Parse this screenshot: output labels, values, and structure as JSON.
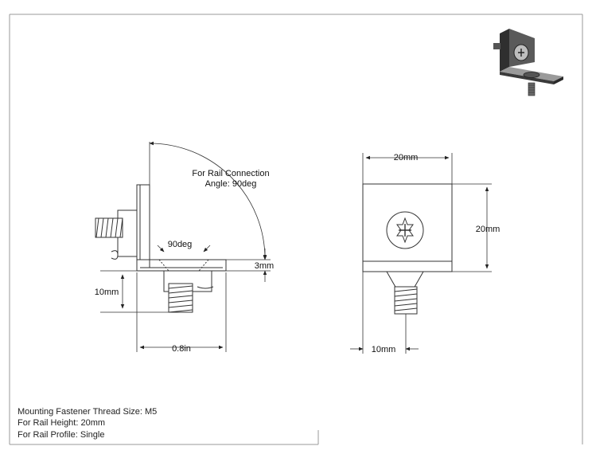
{
  "callout": {
    "line1": "For Rail Connection",
    "line2": "Angle: 90deg"
  },
  "dimensions": {
    "countersink_angle": "90deg",
    "thickness": "3mm",
    "side_height": "10mm",
    "side_width": "0.8in",
    "front_width": "20mm",
    "front_height": "20mm",
    "front_offset": "10mm"
  },
  "notes": [
    "Mounting Fastener Thread Size: M5",
    "For Rail Height: 20mm",
    "For Rail Profile: Single"
  ],
  "colors": {
    "line": "#333333",
    "part_fill": "#ffffff",
    "iso_dark": "#3a3a3a",
    "iso_mid": "#6e6e6e",
    "iso_light": "#a8a8a8"
  }
}
